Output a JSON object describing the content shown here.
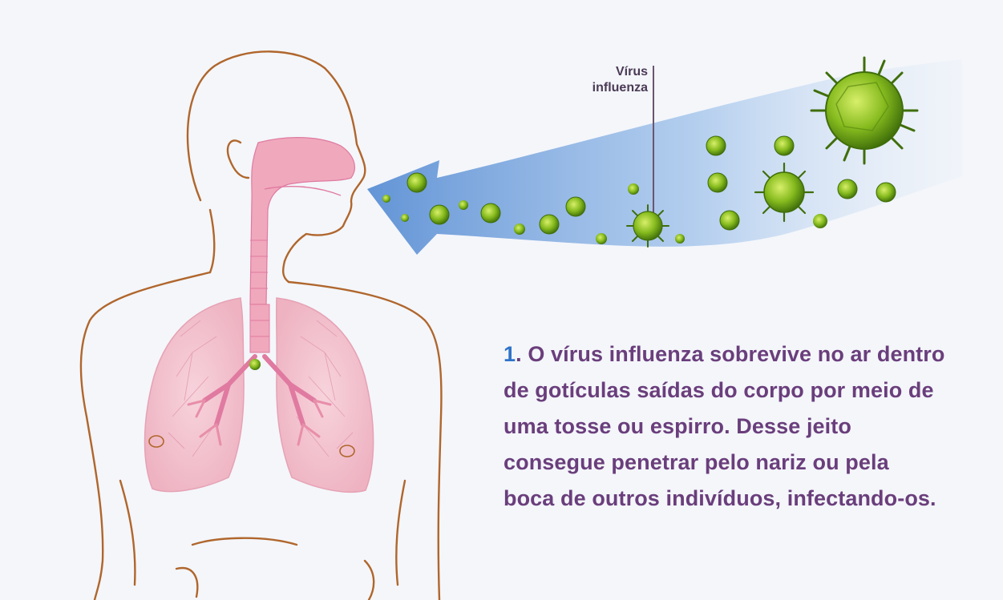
{
  "label": {
    "line1": "Vírus",
    "line2": "influenza"
  },
  "caption": {
    "number": "1",
    "line1": ". O vírus influenza sobrevive no ar dentro",
    "line2": "de gotículas saídas do corpo por meio de",
    "line3": "uma tosse ou espirro. Desse jeito",
    "line4": "consegue penetrar pelo nariz ou pela",
    "line5": "boca de outros indivíduos, infectando-os."
  },
  "colors": {
    "body_outline": "#b0662c",
    "airway": "#f0a8bc",
    "lungs": "#f2c4d0",
    "bronchi": "#e07aa0",
    "virus": "#7fb51c",
    "arrow": "#6e9ed8",
    "caption_text": "#6a3e7c",
    "caption_number": "#2f73c8"
  },
  "icons": [
    "human-body-illustration",
    "respiratory-system",
    "airflow-arrow",
    "virus-particle-icon"
  ]
}
